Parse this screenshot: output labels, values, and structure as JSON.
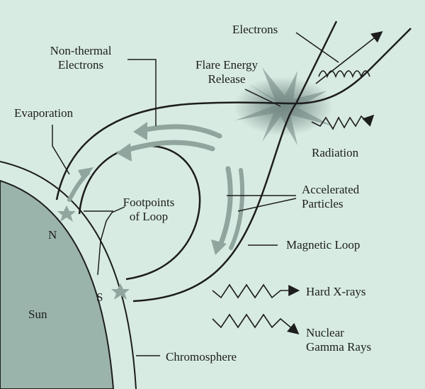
{
  "labels": {
    "electrons": "Electrons",
    "non_thermal_line1": "Non-thermal",
    "non_thermal_line2": "Electrons",
    "flare_line1": "Flare Energy",
    "flare_line2": "Release",
    "evaporation": "Evaporation",
    "radiation": "Radiation",
    "accelerated_line1": "Accelerated",
    "accelerated_line2": "Particles",
    "footpoints_line1": "Footpoints",
    "footpoints_line2": "of Loop",
    "north": "N",
    "south": "S",
    "magnetic_loop": "Magnetic Loop",
    "sun": "Sun",
    "hard_xrays": "Hard X-rays",
    "nuclear_line1": "Nuclear",
    "nuclear_line2": "Gamma Rays",
    "chromosphere": "Chromosphere"
  },
  "colors": {
    "background": "#d7ebe2",
    "sun": "#9bb4ab",
    "line": "#1d1d1d",
    "arrow": "#8fa59d",
    "flare": "#6f8380"
  }
}
